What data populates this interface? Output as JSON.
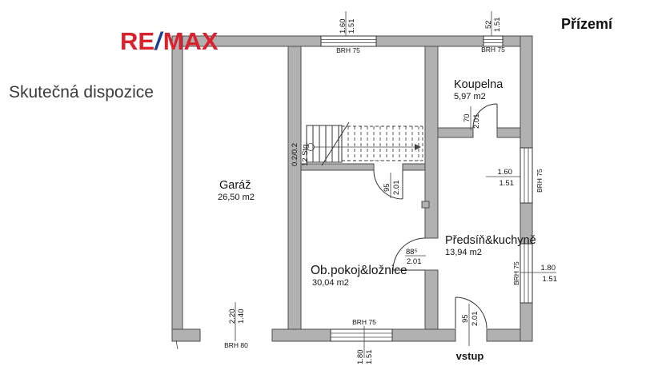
{
  "header": {
    "subtitle": "Skutečná dispozice",
    "floor": "Přízemí"
  },
  "logo": {
    "re": "RE",
    "slash": "/",
    "max": "MAX"
  },
  "rooms": {
    "garage": {
      "name": "Garáž",
      "area": "26,50 m2"
    },
    "bathroom": {
      "name": "Koupelna",
      "area": "5,97 m2"
    },
    "hall_kitchen": {
      "name": "Předsíň&kuchyně",
      "area": "13,94 m2"
    },
    "living_bedroom": {
      "name": "Ob.pokoj&ložnice",
      "area": "30,04 m2"
    }
  },
  "stairs": {
    "tread": "0.2/0.2",
    "steps": "12 Stg."
  },
  "entrance": {
    "label": "vstup"
  },
  "dims": {
    "top_window": {
      "w": "1.60",
      "h": "1.51",
      "sill": "BRH 75"
    },
    "bath_window": {
      "w": "52",
      "h": "1.51",
      "sill": "BRH 75"
    },
    "right_upper_window": {
      "w": "1.60",
      "h": "1.51",
      "sill": "BRH 75"
    },
    "right_lower_window": {
      "w": "1.80",
      "h": "1.51",
      "sill": "BRH 75"
    },
    "bottom_window": {
      "w": "1.80",
      "h": "1.51",
      "sill": "BRH 75"
    },
    "garage_door": {
      "w": "2.20",
      "h": "1.40",
      "sill": "BRH 80"
    },
    "hall_door": {
      "w": "95",
      "h": "2.01"
    },
    "bath_door": {
      "w": "70",
      "h": "2.01"
    },
    "living_door": {
      "w": "88⁵",
      "h": "2.01"
    },
    "entry_door": {
      "w": "95",
      "h": "2.01"
    }
  },
  "colors": {
    "wall_fill": "#b1b1b1",
    "wall_outline": "#4d4d4d",
    "line": "#333333",
    "logo_red": "#d9222e",
    "logo_blue": "#1b3e94",
    "text": "#141414"
  }
}
